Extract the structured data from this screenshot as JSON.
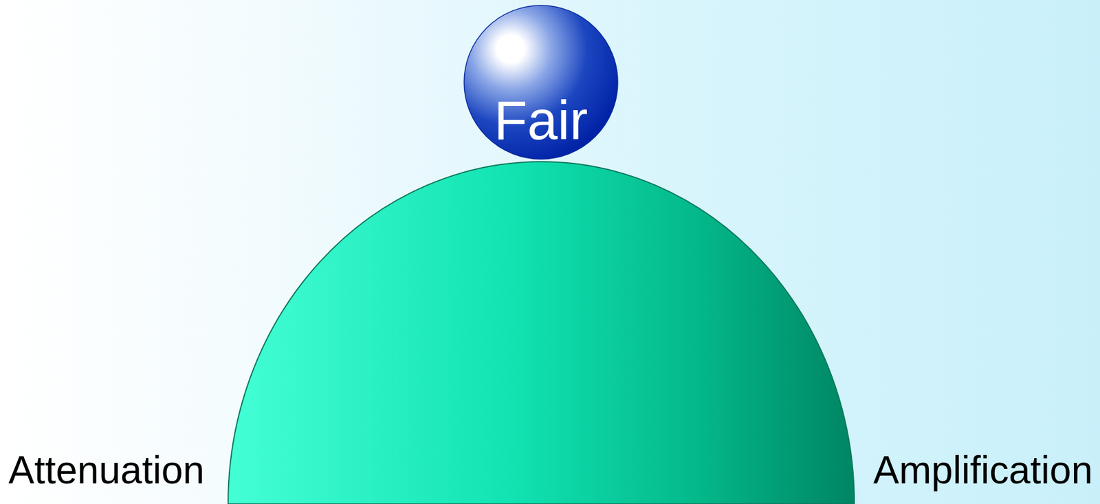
{
  "diagram": {
    "nodes": [
      {
        "text": [
          "Fair"
        ]
      }
    ],
    "labels": [
      "Attenuation",
      "Amplification"
    ]
  }
}
